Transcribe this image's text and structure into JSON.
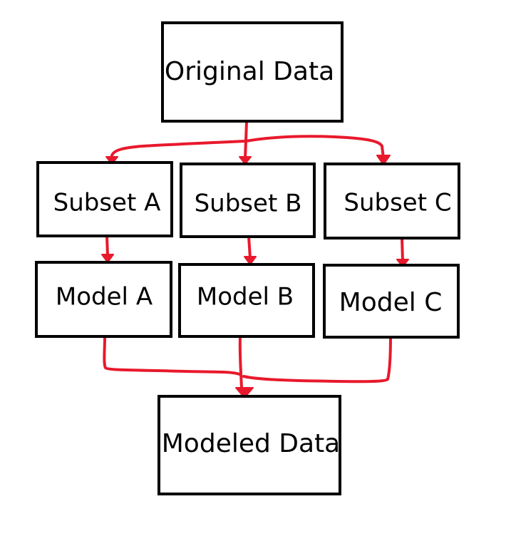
{
  "colors": {
    "box_stroke": "#000000",
    "connector": "#e8192c",
    "background": "#ffffff"
  },
  "nodes": {
    "original": {
      "label": "Original Data"
    },
    "subset_a": {
      "label": "Subset A"
    },
    "subset_b": {
      "label": "Subset B"
    },
    "subset_c": {
      "label": "Subset C"
    },
    "model_a": {
      "label": "Model A"
    },
    "model_b": {
      "label": "Model B"
    },
    "model_c": {
      "label": "Model C"
    },
    "modeled": {
      "label": "Modeled Data"
    }
  },
  "edges": [
    {
      "from": "original",
      "to": "subset_a"
    },
    {
      "from": "original",
      "to": "subset_b"
    },
    {
      "from": "original",
      "to": "subset_c"
    },
    {
      "from": "subset_a",
      "to": "model_a"
    },
    {
      "from": "subset_b",
      "to": "model_b"
    },
    {
      "from": "subset_c",
      "to": "model_c"
    },
    {
      "from": "model_a",
      "to": "modeled"
    },
    {
      "from": "model_b",
      "to": "modeled"
    },
    {
      "from": "model_c",
      "to": "modeled"
    }
  ]
}
